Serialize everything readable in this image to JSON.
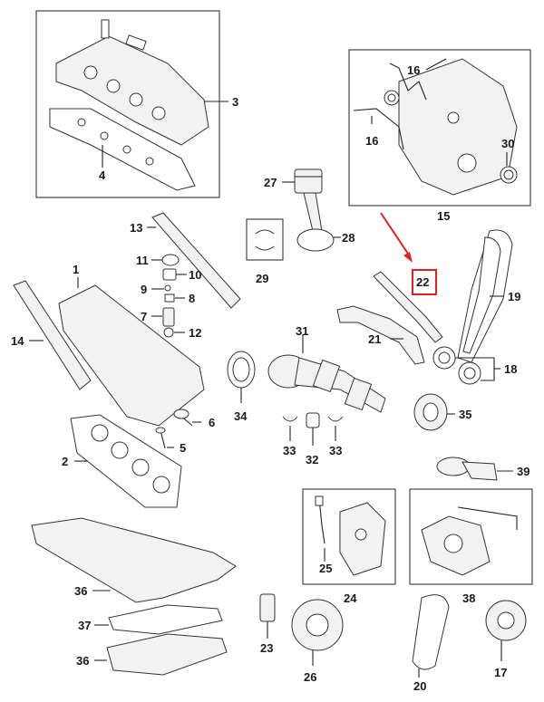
{
  "callouts": {
    "c1": "1",
    "c2": "2",
    "c3": "3",
    "c4": "4",
    "c5": "5",
    "c6": "6",
    "c7": "7",
    "c8": "8",
    "c9": "9",
    "c10": "10",
    "c11": "11",
    "c12": "12",
    "c13": "13",
    "c14": "14",
    "c15": "15",
    "c16a": "16",
    "c16b": "16",
    "c17": "17",
    "c18": "18",
    "c19": "19",
    "c20": "20",
    "c21": "21",
    "c22": "22",
    "c23": "23",
    "c24": "24",
    "c25": "25",
    "c26": "26",
    "c27": "27",
    "c28": "28",
    "c29": "29",
    "c30": "30",
    "c31": "31",
    "c32": "32",
    "c33a": "33",
    "c33b": "33",
    "c34": "34",
    "c35": "35",
    "c36a": "36",
    "c36b": "36",
    "c37": "37",
    "c38": "38",
    "c39": "39"
  },
  "colors": {
    "highlight": "#e02020",
    "line": "#222222"
  },
  "highlighted_part": "22"
}
